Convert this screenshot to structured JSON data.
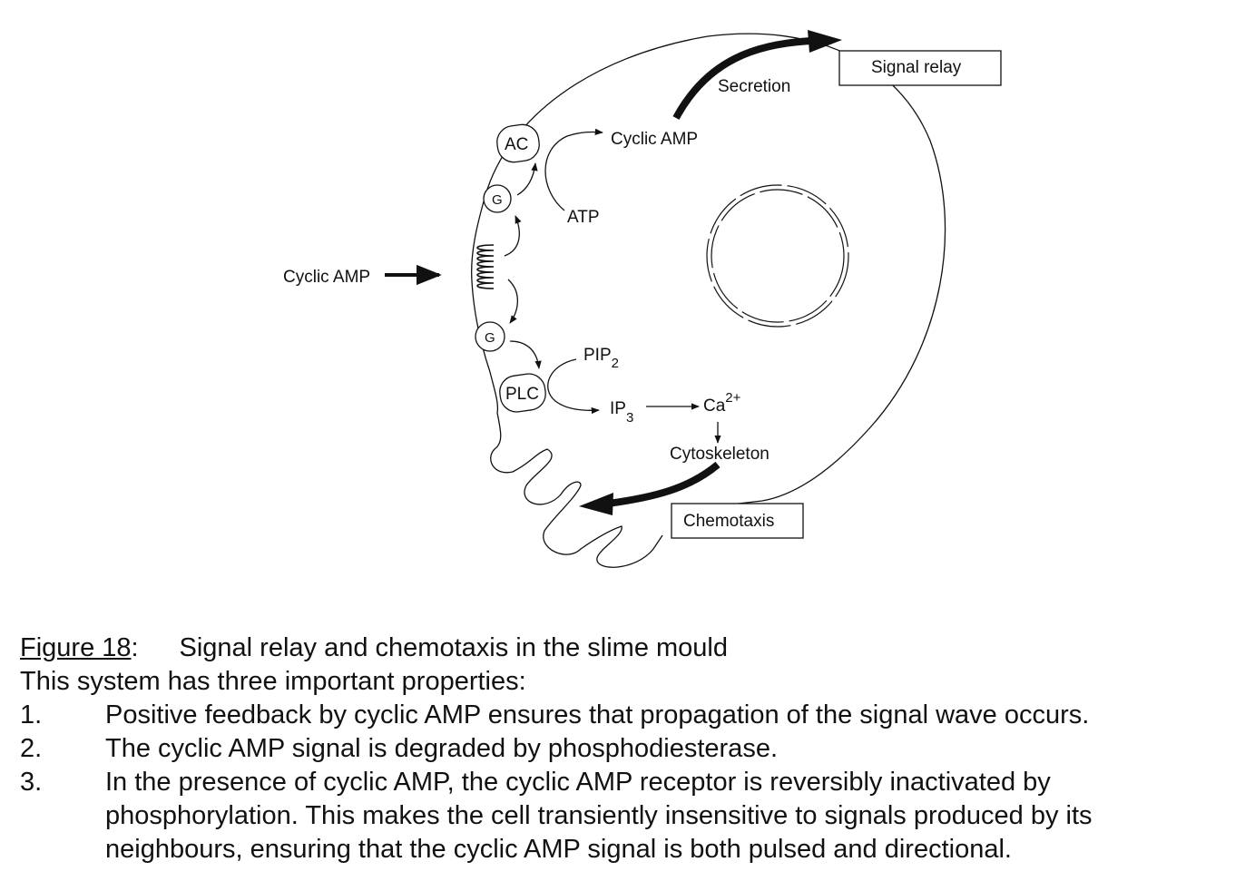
{
  "diagram": {
    "left_input": "Cyclic AMP",
    "ac": "AC",
    "g_top": "G",
    "g_bottom": "G",
    "plc": "PLC",
    "cyclic_amp_product": "Cyclic AMP",
    "atp": "ATP",
    "pip2_base": "PIP",
    "pip2_sub": "2",
    "ip3_base": "IP",
    "ip3_sub": "3",
    "ca_base": "Ca",
    "ca_sup": "2+",
    "cytoskeleton": "Cytoskeleton",
    "secretion": "Secretion",
    "signal_relay_box": "Signal relay",
    "chemotaxis_box": "Chemotaxis"
  },
  "caption": {
    "figure_ref": "Figure 18",
    "figure_colon": ":",
    "figure_title": "Signal relay and chemotaxis in the slime mould",
    "intro": "This system has three important properties:",
    "items": [
      {
        "num": "1.",
        "text": "Positive feedback by cyclic AMP ensures that propagation of the signal wave occurs."
      },
      {
        "num": "2.",
        "text": "The cyclic AMP signal is degraded by phosphodiesterase."
      },
      {
        "num": "3.",
        "text": "In the presence of cyclic AMP, the cyclic AMP receptor is reversibly inactivated by phosphorylation. This makes the cell transiently insensitive to signals produced by its neighbours, ensuring that the cyclic AMP signal is both pulsed and directional."
      }
    ]
  }
}
